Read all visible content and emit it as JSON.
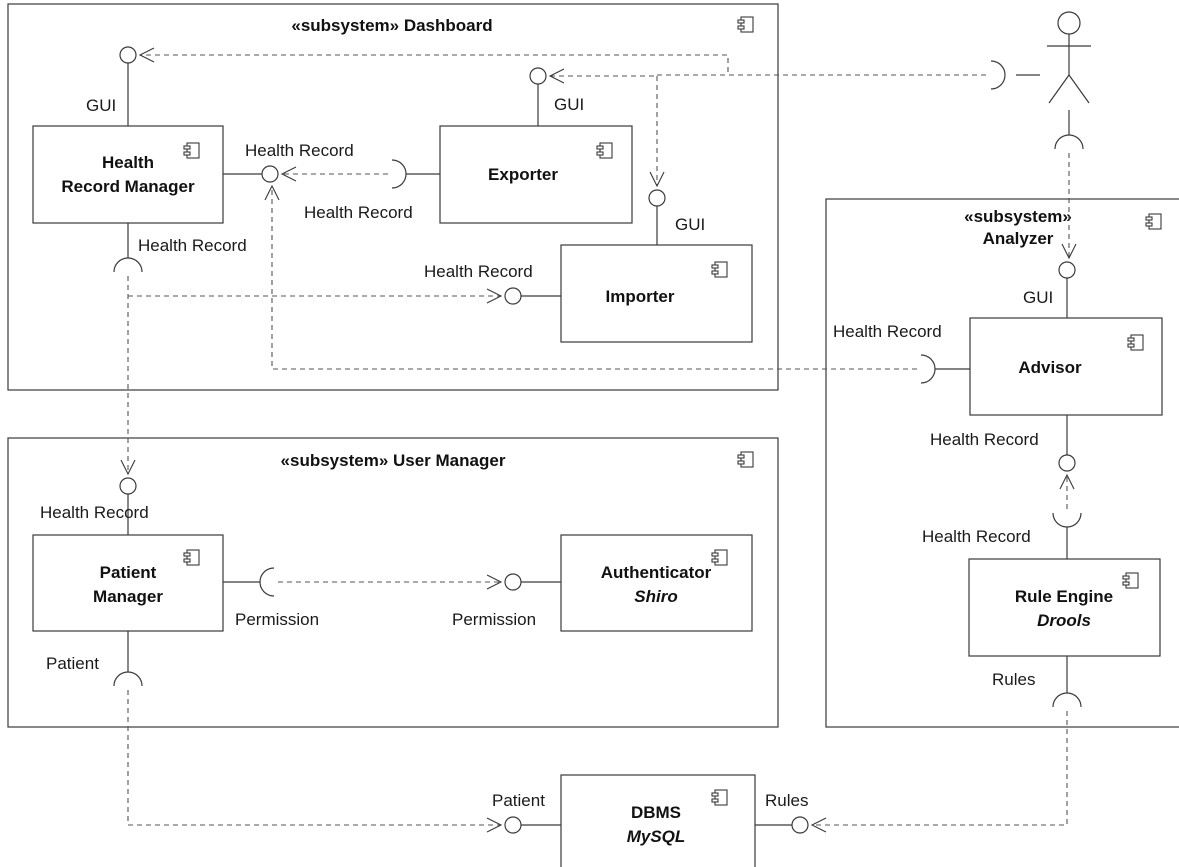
{
  "subsystems": {
    "dashboard": "«subsystem» Dashboard",
    "user_manager": "«subsystem» User Manager",
    "analyzer_line1": "«subsystem»",
    "analyzer_line2": "Analyzer"
  },
  "components": {
    "health_record_manager": [
      "Health",
      "Record Manager"
    ],
    "exporter": "Exporter",
    "importer": "Importer",
    "advisor": "Advisor",
    "patient_manager": [
      "Patient",
      "Manager"
    ],
    "authenticator": {
      "name": "Authenticator",
      "tech": "Shiro"
    },
    "rule_engine": {
      "name": "Rule Engine",
      "tech": "Drools"
    },
    "dbms": {
      "name": "DBMS",
      "tech": "MySQL"
    }
  },
  "labels": {
    "hrm_gui": "GUI",
    "exporter_gui": "GUI",
    "importer_gui": "GUI",
    "advisor_gui": "GUI",
    "hr_provided_hrm": "Health Record",
    "hr_required_exporter": "Health Record",
    "hr_required_hrm": "Health Record",
    "hr_provided_importer": "Health Record",
    "hr_required_advisor": "Health Record",
    "hr_provided_advisor": "Health Record",
    "hr_required_rule_engine": "Health Record",
    "hr_provided_patient_mgr": "Health Record",
    "permission_required": "Permission",
    "permission_provided": "Permission",
    "patient_required": "Patient",
    "rules_required": "Rules",
    "patient_provided": "Patient",
    "rules_provided": "Rules"
  }
}
